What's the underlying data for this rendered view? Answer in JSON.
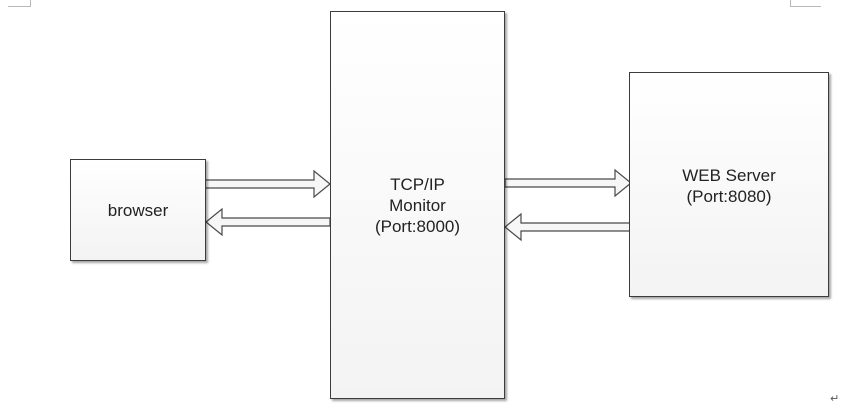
{
  "nodes": {
    "browser": {
      "label": "browser"
    },
    "monitor": {
      "lines": [
        "TCP/IP",
        "Monitor",
        "(Port:8000)"
      ]
    },
    "server": {
      "lines": [
        "WEB Server",
        "(Port:8080)"
      ]
    }
  },
  "edges": [
    {
      "from": "browser",
      "to": "monitor",
      "direction": "forward"
    },
    {
      "from": "monitor",
      "to": "browser",
      "direction": "backward"
    },
    {
      "from": "monitor",
      "to": "server",
      "direction": "forward"
    },
    {
      "from": "server",
      "to": "monitor",
      "direction": "backward"
    }
  ],
  "page_mark": "↵"
}
